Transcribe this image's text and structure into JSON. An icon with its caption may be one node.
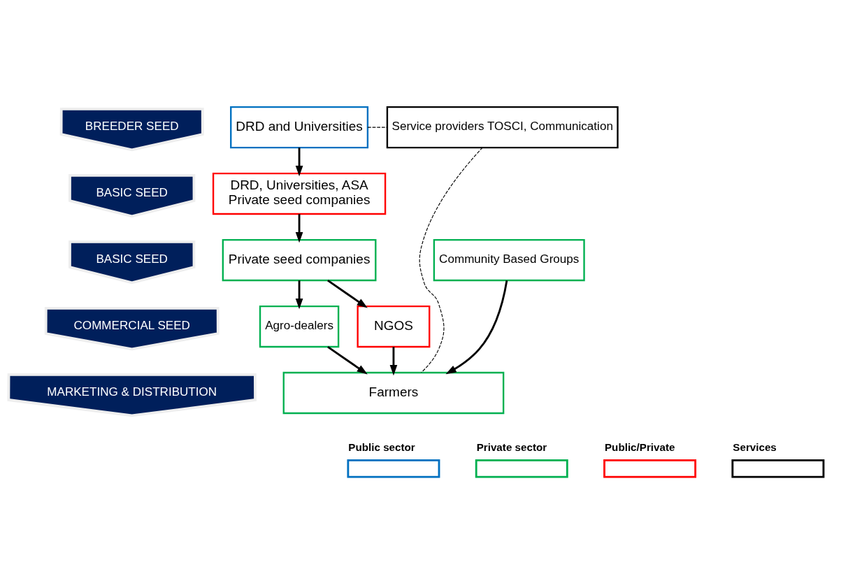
{
  "diagram": {
    "nodes": [
      {
        "text": [
          "BREEDER SEED"
        ]
      },
      {
        "text": [
          "BASIC SEED"
        ]
      },
      {
        "text": [
          "BASIC SEED"
        ]
      },
      {
        "text": [
          "COMMERCIAL SEED"
        ]
      },
      {
        "text": [
          "MARKETING & DISTRIBUTION"
        ]
      },
      {
        "text": [
          "DRD and Universities"
        ]
      },
      {
        "text": [
          "Service providers TOSCI, Communication"
        ]
      },
      {
        "text": [
          "DRD, Universities, ASA",
          "Private seed companies"
        ]
      },
      {
        "text": [
          "Private seed companies"
        ]
      },
      {
        "text": [
          "Community Based Groups"
        ]
      },
      {
        "text": [
          "Agro-dealers"
        ]
      },
      {
        "text": [
          "NGOS"
        ]
      },
      {
        "text": [
          "Farmers"
        ]
      }
    ],
    "edges": [
      {
        "from": 5,
        "to": 7,
        "arrow": "to"
      },
      {
        "from": 7,
        "to": 8,
        "arrow": "to"
      },
      {
        "from": 8,
        "to": 10,
        "arrow": "to"
      },
      {
        "from": 8,
        "to": 11,
        "arrow": "to"
      },
      {
        "from": 10,
        "to": 12,
        "arrow": "to"
      },
      {
        "from": 11,
        "to": 12,
        "arrow": "to"
      },
      {
        "from": 9,
        "to": 12,
        "arrow": "to"
      },
      {
        "from": 5,
        "to": 6,
        "arrow": "none",
        "style": "dashed"
      },
      {
        "from": 6,
        "to": 12,
        "arrow": "none",
        "style": "dashed"
      }
    ],
    "legend": [
      {
        "text": "Public sector",
        "color": "#0070c0"
      },
      {
        "text": "Private sector",
        "color": "#00b050"
      },
      {
        "text": "Public/Private",
        "color": "#ff0000"
      },
      {
        "text": "Services",
        "color": "#000000"
      }
    ]
  }
}
